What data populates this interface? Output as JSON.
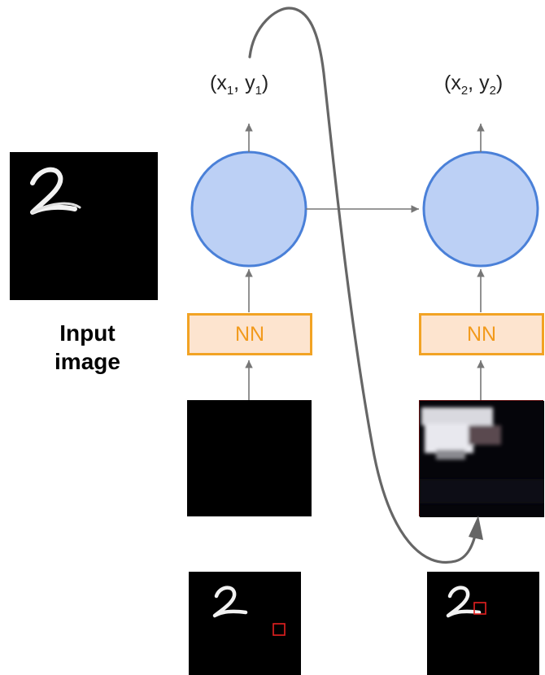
{
  "diagram": {
    "input_label": {
      "line1": "Input",
      "line2": "image"
    },
    "steps": [
      {
        "coord": {
          "open": "(x",
          "sub1": "1",
          "mid": ", y",
          "sub2": "1",
          "close": ")"
        },
        "nn_label": "NN",
        "glimpse": "empty"
      },
      {
        "coord": {
          "open": "(x",
          "sub1": "2",
          "mid": ", y",
          "sub2": "2",
          "close": ")"
        },
        "nn_label": "NN",
        "glimpse": "digit fragment"
      }
    ],
    "colors": {
      "circle_fill": "#bcd0f5",
      "circle_stroke": "#4a80d8",
      "nn_fill": "#fde4cf",
      "nn_stroke": "#f2a324",
      "nn_text": "#f29a1c",
      "arrow": "#777777",
      "glimpse_box": "#e52020"
    }
  }
}
